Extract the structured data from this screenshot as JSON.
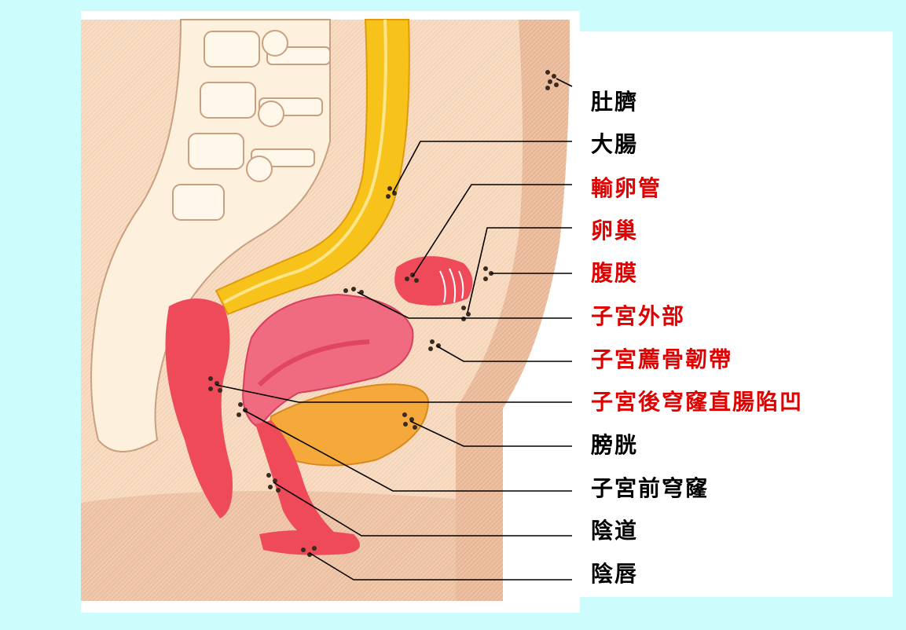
{
  "labels": [
    {
      "text": "肚臍",
      "color": "#000000"
    },
    {
      "text": "大腸",
      "color": "#000000"
    },
    {
      "text": "輸卵管",
      "color": "#e00000"
    },
    {
      "text": "卵巢",
      "color": "#e00000"
    },
    {
      "text": "腹膜",
      "color": "#e00000"
    },
    {
      "text": "子宮外部",
      "color": "#e00000"
    },
    {
      "text": "子宮薦骨韌帶",
      "color": "#e00000"
    },
    {
      "text": "子宮後穹窿直腸陷凹",
      "color": "#e00000"
    },
    {
      "text": "膀胱",
      "color": "#000000"
    },
    {
      "text": "子宮前穹窿",
      "color": "#000000"
    },
    {
      "text": "陰道",
      "color": "#000000"
    },
    {
      "text": "陰唇",
      "color": "#000000"
    }
  ],
  "colors": {
    "page_background": "#ccfcfc",
    "panel": "#ffffff",
    "skin": "#f8dcc4",
    "skin_dark": "#e8b89a",
    "spine": "#fdf0dc",
    "organ_red": "#ee4a5a",
    "organ_pink": "#f06a80",
    "colon_yellow": "#f7c21a",
    "bladder_orange": "#f4a93a",
    "dots": "#3a2a20",
    "leader_line": "#000000"
  }
}
